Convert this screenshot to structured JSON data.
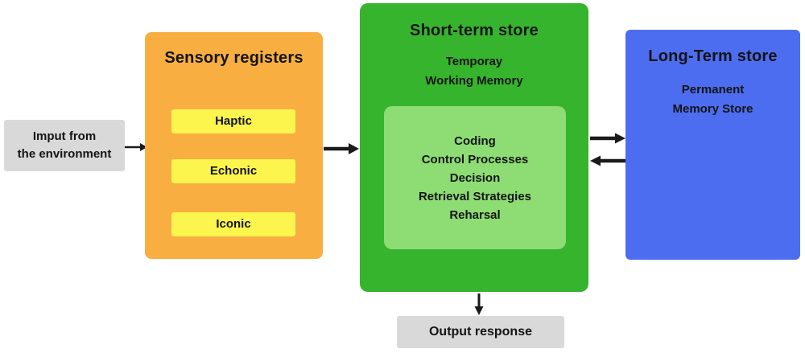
{
  "colors": {
    "orange": "#F9AE41",
    "yellow": "#FBF54E",
    "green": "#36B42D",
    "light_green": "#8DDC74",
    "blue": "#4D6DF0",
    "gray": "#D9D9D9",
    "arrow": "#1A1A1A"
  },
  "diagram": {
    "input_box": {
      "line1": "Imput from",
      "line2": "the environment"
    },
    "sensory": {
      "title": "Sensory registers",
      "registers": [
        "Haptic",
        "Echonic",
        "Iconic"
      ]
    },
    "short_term": {
      "title": "Short-term store",
      "subtitle_line1": "Temporay",
      "subtitle_line2": "Working Memory",
      "processes": [
        "Coding",
        "Control Processes",
        "Decision",
        "Retrieval Strategies",
        "Reharsal"
      ]
    },
    "long_term": {
      "title": "Long-Term store",
      "subtitle_line1": "Permanent",
      "subtitle_line2": "Memory Store"
    },
    "output_box": {
      "label": "Output response"
    }
  }
}
